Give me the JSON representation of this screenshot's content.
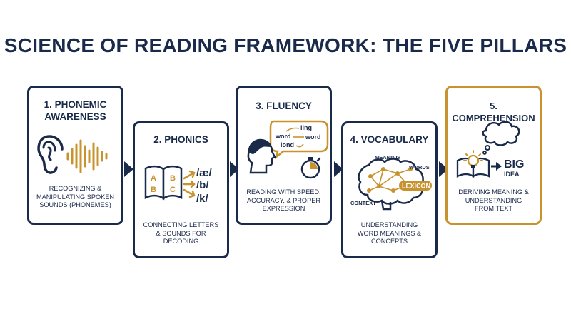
{
  "title": "SCIENCE OF READING FRAMEWORK: THE FIVE PILLARS",
  "colors": {
    "navy": "#1a2a4a",
    "gold": "#c8922e"
  },
  "pillars": [
    {
      "title_line1": "1. PHONEMIC",
      "title_line2": "AWARENESS",
      "text": [
        "RECOGNIZING &",
        "MANIPULATING SPOKEN",
        "SOUNDS (PHONEMES)"
      ],
      "icon": "ear-soundwave-icon"
    },
    {
      "title_line1": "2. PHONICS",
      "text": [
        "CONNECTING LETTERS",
        "& SOUNDS FOR",
        "DECODING"
      ],
      "icon": "abc-book-icon",
      "book_letters": [
        "A",
        "B",
        "B",
        "C"
      ],
      "sounds": [
        "/æ/",
        "/b/",
        "/k/"
      ]
    },
    {
      "title_line1": "3. FLUENCY",
      "text": [
        "READING WITH SPEED,",
        "ACCURACY, & PROPER",
        "EXPRESSION"
      ],
      "icon": "head-stopwatch-icon",
      "bubble_words": [
        "ling",
        "word",
        "word",
        "lond"
      ]
    },
    {
      "title_line1": "4. VOCABULARY",
      "text": [
        "UNDERSTANDING",
        "WORD MEANINGS &",
        "CONCEPTS"
      ],
      "icon": "brain-network-icon",
      "brain_labels": {
        "meaning": "MEANING",
        "words": "WORDS",
        "lexicon": "LEXICON",
        "context": "CONTEXT"
      }
    },
    {
      "title_line1": "5. COMPREHENSION",
      "text": [
        "DERIVING MEANING &",
        "UNDERSTANDING",
        "FROM TEXT"
      ],
      "icon": "book-bulb-big-idea-icon",
      "big": "BIG",
      "idea": "IDEA"
    }
  ]
}
